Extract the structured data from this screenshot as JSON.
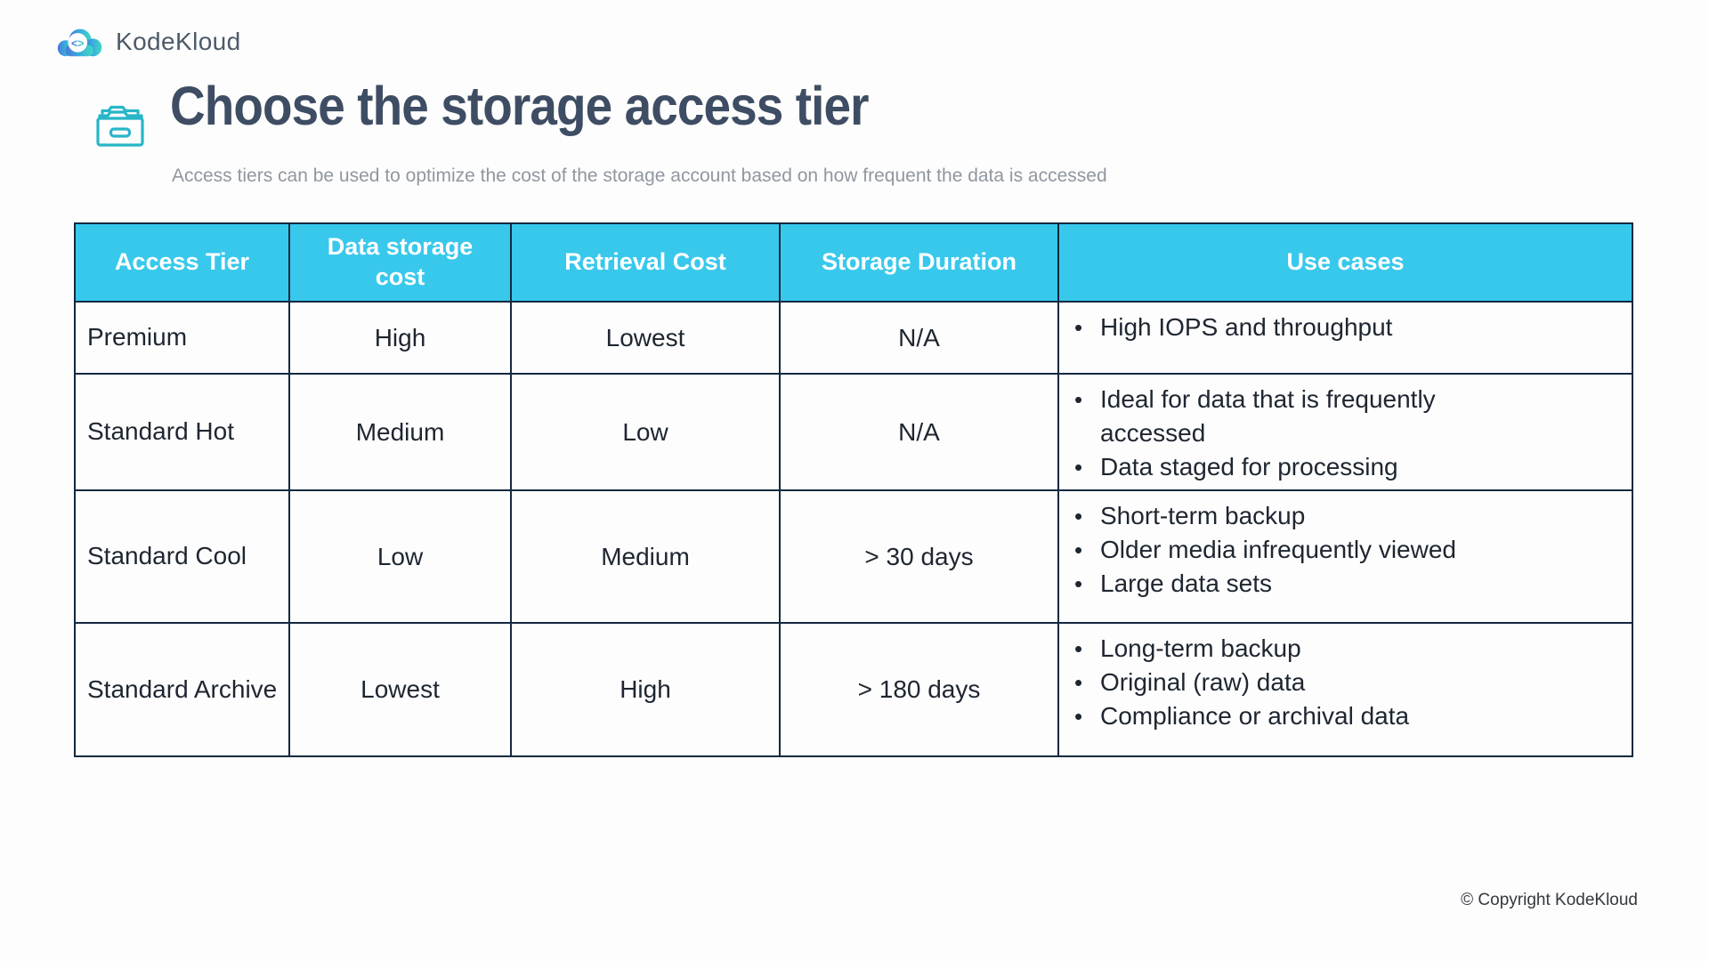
{
  "brand": {
    "logo_text": "KodeKloud",
    "logo_icon": "kodekloud-cloud-code-logo",
    "code_glyph": "<>"
  },
  "header": {
    "title": "Choose the storage access tier",
    "title_icon": "storage-drawer-icon",
    "subtitle": "Access tiers can be used to optimize the cost of the storage account based on how frequent the data is accessed"
  },
  "table": {
    "bullet_glyph": "•",
    "columns": [
      "Access Tier",
      "Data storage cost",
      "Retrieval Cost",
      "Storage Duration",
      "Use cases"
    ],
    "rows": [
      {
        "tier": "Premium",
        "storage_cost": "High",
        "retrieval_cost": "Lowest",
        "duration": "N/A",
        "use_cases": [
          "High IOPS and throughput"
        ]
      },
      {
        "tier": "Standard Hot",
        "storage_cost": "Medium",
        "retrieval_cost": "Low",
        "duration": "N/A",
        "use_cases": [
          "Ideal for data that is frequently accessed",
          "Data staged for processing"
        ]
      },
      {
        "tier": "Standard Cool",
        "storage_cost": "Low",
        "retrieval_cost": "Medium",
        "duration": "> 30 days",
        "use_cases": [
          "Short-term backup",
          "Older media infrequently viewed",
          "Large data sets"
        ]
      },
      {
        "tier": "Standard Archive",
        "storage_cost": "Lowest",
        "retrieval_cost": "High",
        "duration": "> 180 days",
        "use_cases": [
          "Long-term backup",
          "Original (raw) data",
          "Compliance or archival data"
        ]
      }
    ]
  },
  "footer": {
    "copyright": "© Copyright KodeKloud"
  },
  "colors": {
    "header_bg": "#38c8ec",
    "table_border": "#14293f",
    "title": "#3e4d63",
    "subtitle": "#9097a0",
    "accent_teal": "#27b6c8",
    "logo_blue": "#4a79d6",
    "logo_teal": "#41d8c4"
  }
}
